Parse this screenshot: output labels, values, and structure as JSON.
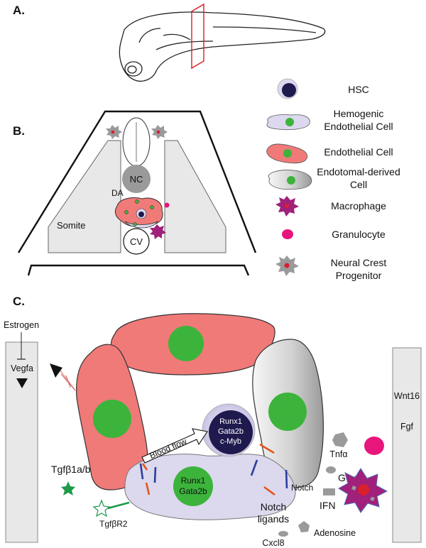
{
  "panels": {
    "a": "A.",
    "b": "B.",
    "c": "C."
  },
  "panel_b": {
    "somite": "Somite",
    "nc": "NC",
    "da": "DA",
    "cv": "CV"
  },
  "legend": {
    "hsc": "HSC",
    "hemogenic_1": "Hemogenic",
    "hemogenic_2": "Endothelial Cell",
    "endothelial": "Endothelial Cell",
    "endotomal_1": "Endotomal-derived",
    "endotomal_2": "Cell",
    "macrophage": "Macrophage",
    "granulocyte": "Granulocyte",
    "ncp_1": "Neural Crest",
    "ncp_2": "Progenitor"
  },
  "panel_c": {
    "estrogen": "Estrogen",
    "vegfa": "Vegfa",
    "wnt16": "Wnt16",
    "fgf": "Fgf",
    "hsc_genes": [
      "Runx1",
      "Gata2b",
      "c-Myb"
    ],
    "hec_genes": [
      "Runx1",
      "Gata2b"
    ],
    "blood_flow": "Blood flow",
    "tgfb": "Tgfβ1a/b",
    "tgfbr2": "TgfβR2",
    "notch": "Notch",
    "notch_ligands_1": "Notch",
    "notch_ligands_2": "ligands",
    "tnfa": "Tnfα",
    "gcsf": "G-csf",
    "ifn": "IFN",
    "adenosine": "Adenosine",
    "cxcl8": "Cxcl8"
  },
  "colors": {
    "endothelial": "#f07a78",
    "hemogenic": "#dcd8ee",
    "hsc": "#1f1a4e",
    "nucleus": "#3cb43c",
    "macrophage": "#a0207a",
    "granulocyte": "#e8157a",
    "ncp": "#9a9a9a",
    "niche": "#e8e8e8"
  }
}
